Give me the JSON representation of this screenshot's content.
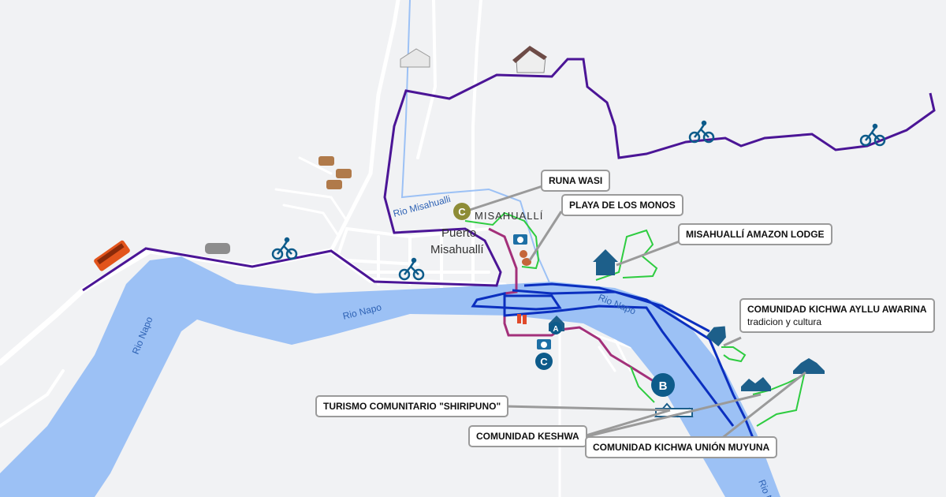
{
  "colors": {
    "background": "#f1f2f4",
    "river": "#9cc1f5",
    "road": "#ffffff",
    "bike_route": "#4b1596",
    "trail_magenta": "#a3307a",
    "trail_green": "#2ecc40",
    "boat_route": "#0b2fbf",
    "marker_blue": "#0d5b8a",
    "marker_olive": "#8e8c37"
  },
  "map_labels": {
    "rio_napo": "Rio Napo",
    "rio_misahualli": "Rio Misahualli",
    "town_caps": "MISAHUALLÍ",
    "town_line1": "Puerto",
    "town_line2": "Misahuallí"
  },
  "markers": {
    "c_olive": "C",
    "a": "A",
    "b": "B",
    "c_blue": "C"
  },
  "icons": [
    "bus-icon",
    "car-icon",
    "bicycle-icon",
    "cow-icon",
    "house-icon",
    "camera-icon",
    "monkey-icon",
    "hikers-icon",
    "eco-lodge-icon",
    "community-icon"
  ],
  "callouts": {
    "runa_wasi": "RUNA WASI",
    "playa": "PLAYA DE LOS MONOS",
    "lodge": "MISAHUALLÍ AMAZON LODGE",
    "ayllu_title": "COMUNIDAD KICHWA AYLLU AWARINA",
    "ayllu_sub": "tradicion y cultura",
    "shiripuno": "TURISMO COMUNITARIO \"SHIRIPUNO\"",
    "keshwa": "COMUNIDAD KESHWA",
    "muyuna": "COMUNIDAD KICHWA UNIÓN MUYUNA"
  }
}
